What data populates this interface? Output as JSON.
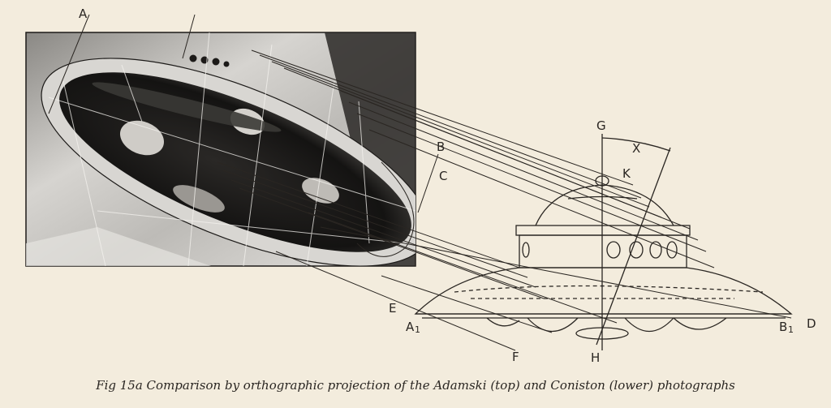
{
  "caption": "Fig 15a  Comparison by orthographic projection of the Adamski (top) and Coniston (lower) photographs",
  "labels": {
    "A": "A",
    "B": "B",
    "C": "C",
    "D": "D",
    "E": "E",
    "F": "F",
    "G": "G",
    "H": "H",
    "K": "K",
    "X": "X",
    "A1": "A",
    "A1_sub": "1",
    "B1": "B",
    "B1_sub": "1"
  },
  "colors": {
    "paper": "#f3ecdd",
    "ink": "#2a2622",
    "photo_dark": "#1c1a18",
    "photo_light": "#e8e6e2"
  }
}
